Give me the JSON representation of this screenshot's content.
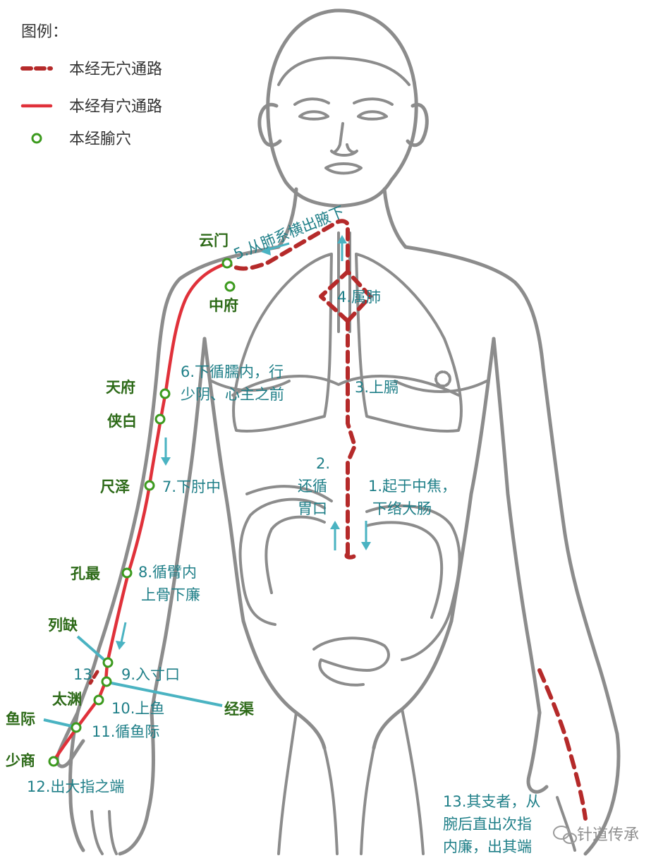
{
  "legend": {
    "title": "图例：",
    "items": [
      {
        "label": "本经无穴通路",
        "kind": "dashed"
      },
      {
        "label": "本经有穴通路",
        "kind": "solid"
      },
      {
        "label": "本经腧穴",
        "kind": "point"
      }
    ]
  },
  "colors": {
    "dashed_path": "#b52a2a",
    "solid_path": "#e0313a",
    "point": "#3c9a1e",
    "acupoint_text": "#2d6a18",
    "step_text": "#1f7f88",
    "arrow": "#4ab3c2",
    "body_line": "#8c8c8c"
  },
  "acupoints": [
    {
      "name": "云门"
    },
    {
      "name": "中府"
    },
    {
      "name": "天府"
    },
    {
      "name": "侠白"
    },
    {
      "name": "尺泽"
    },
    {
      "name": "孔最"
    },
    {
      "name": "列缺"
    },
    {
      "name": "太渊"
    },
    {
      "name": "经渠"
    },
    {
      "name": "鱼际"
    },
    {
      "name": "少商"
    }
  ],
  "steps": {
    "s1": [
      "1.起于中焦，",
      "下络大肠"
    ],
    "s2": [
      "2.",
      "还循",
      "胃口"
    ],
    "s3": "3.上膈",
    "s4": "4.属肺",
    "s5": "5.从肺系横出腋下",
    "s6": [
      "6.下循臑内，行",
      "少阴、心主之前"
    ],
    "s7": "7.下肘中",
    "s8": [
      "8.循臂内",
      "上骨下廉"
    ],
    "s9": "9.入寸口",
    "s10": "10.上鱼",
    "s11": "11.循鱼际",
    "s12": "12.出大指之端",
    "s13_marker": "13",
    "s13": [
      "13.其支者，从",
      "腕后直出次指",
      "内廉，出其端"
    ]
  },
  "watermark": "针道传承"
}
